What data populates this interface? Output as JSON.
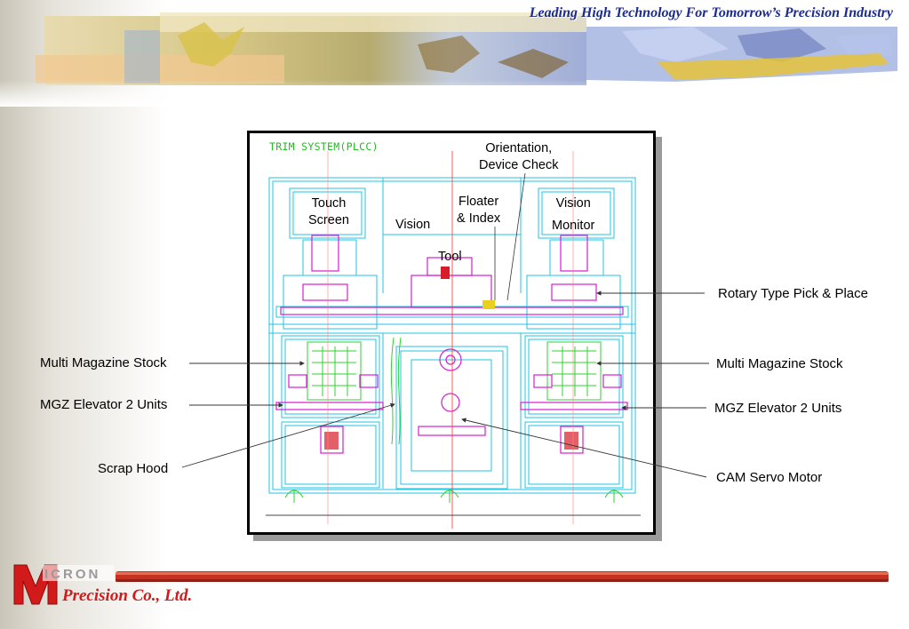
{
  "header": {
    "tagline": "Leading High Technology For Tomorrow’s Precision Industry"
  },
  "drawing": {
    "system_title": "TRIM SYSTEM(PLCC)",
    "labels": {
      "orientation_line1": "Orientation,",
      "orientation_line2": "Device Check",
      "touch_line1": "Touch",
      "touch_line2": "Screen",
      "vision": "Vision",
      "floater_line1": "Floater",
      "floater_line2": "& Index",
      "tool": "Tool",
      "vision_monitor_line1": "Vision",
      "vision_monitor_line2": "Monitor"
    }
  },
  "callouts": {
    "rotary_pick_place": "Rotary Type Pick & Place",
    "mag_stock_left": "Multi Magazine Stock",
    "mag_stock_right": "Multi Magazine Stock",
    "mgz_elevator_left": "MGZ Elevator 2 Units",
    "mgz_elevator_right": "MGZ Elevator 2 Units",
    "scrap_hood": "Scrap Hood",
    "cam_servo_motor": "CAM Servo Motor"
  },
  "footer": {
    "logo_word": "ICRON",
    "company": "Precision Co., Ltd."
  },
  "colors": {
    "tagline": "#1c2c8c",
    "brand_red": "#d21a1a",
    "drawing_cyan": "#1fc6e6",
    "drawing_magenta": "#d81cd0",
    "drawing_green": "#2bd42b"
  }
}
